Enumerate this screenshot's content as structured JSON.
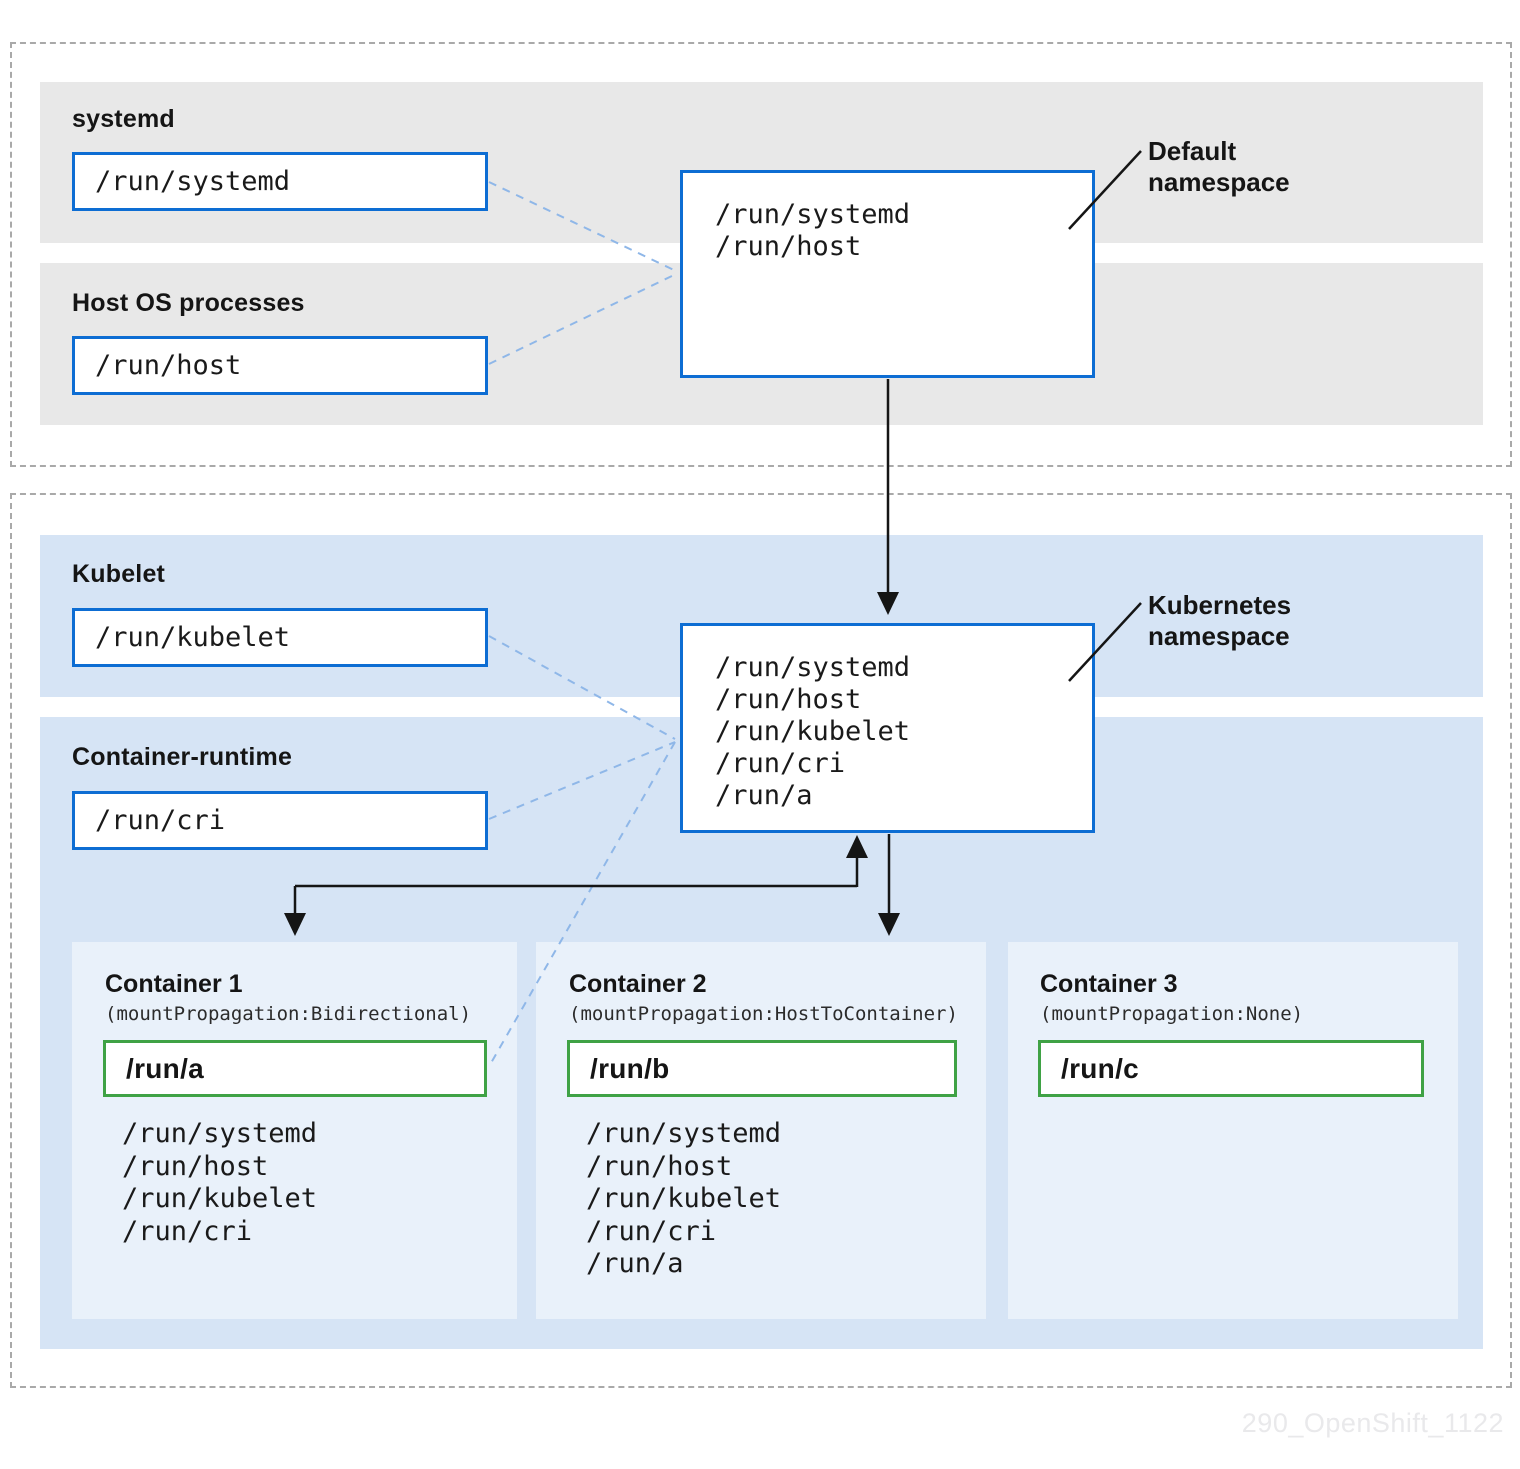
{
  "watermark": "290_OpenShift_1122",
  "colors": {
    "box_border_blue": "#0d6dd3",
    "volume_border_green": "#3fa245",
    "host_band_gray": "#e8e8e8",
    "kube_band_blue": "#d6e4f5",
    "container_card_blue": "#e9f1fa",
    "connector_dashed_blue": "#8fb7e8",
    "frame_dashed_gray": "#a9a9a9",
    "arrow_black": "#151515"
  },
  "sections": {
    "host": {
      "groups": [
        {
          "title": "systemd",
          "path": "/run/systemd"
        },
        {
          "title": "Host OS processes",
          "path": "/run/host"
        }
      ],
      "namespace": {
        "label": "Default\nnamespace",
        "mounts": [
          "/run/systemd",
          "/run/host"
        ]
      }
    },
    "kubernetes": {
      "groups": [
        {
          "title": "Kubelet",
          "path": "/run/kubelet"
        },
        {
          "title": "Container-runtime",
          "path": "/run/cri"
        }
      ],
      "namespace": {
        "label": "Kubernetes\nnamespace",
        "mounts": [
          "/run/systemd",
          "/run/host",
          "/run/kubelet",
          "/run/cri",
          "/run/a"
        ]
      },
      "containers": [
        {
          "title": "Container 1",
          "subtitle": "(mountPropagation:Bidirectional)",
          "volume": "/run/a",
          "mounts": [
            "/run/systemd",
            "/run/host",
            "/run/kubelet",
            "/run/cri"
          ]
        },
        {
          "title": "Container 2",
          "subtitle": "(mountPropagation:HostToContainer)",
          "volume": "/run/b",
          "mounts": [
            "/run/systemd",
            "/run/host",
            "/run/kubelet",
            "/run/cri",
            "/run/a"
          ]
        },
        {
          "title": "Container 3",
          "subtitle": "(mountPropagation:None)",
          "volume": "/run/c",
          "mounts": []
        }
      ]
    }
  }
}
